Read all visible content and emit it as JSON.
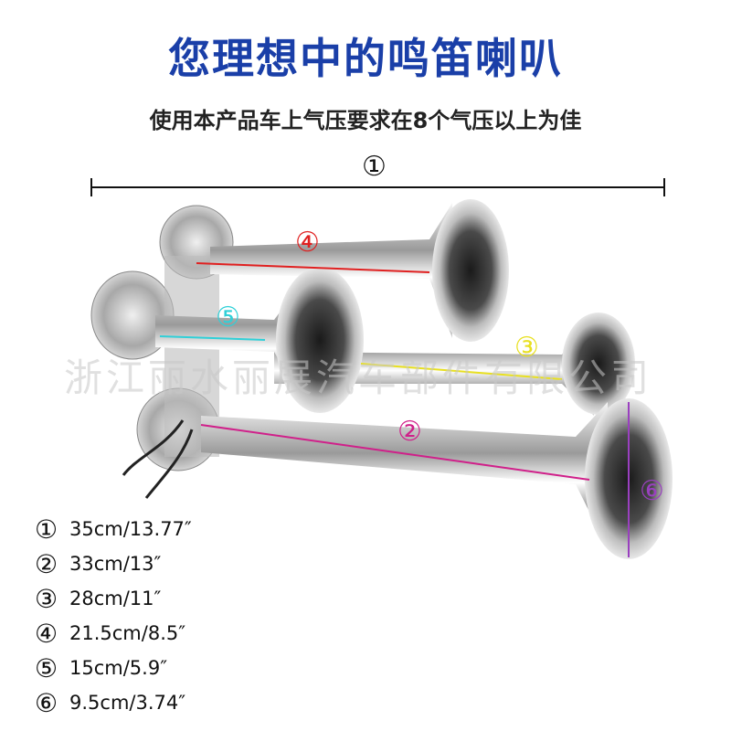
{
  "title": "您理想中的鸣笛喇叭",
  "subtitle": "使用本产品车上气压要求在8个气压以上为佳",
  "watermark": "浙江丽水丽展汽车部件有限公司",
  "markers": {
    "m1": "①",
    "m2": "②",
    "m3": "③",
    "m4": "④",
    "m5": "⑤",
    "m6": "⑥"
  },
  "legend": [
    {
      "num": "①",
      "text": "35cm/13.77″"
    },
    {
      "num": "②",
      "text": "33cm/13″"
    },
    {
      "num": "③",
      "text": "28cm/11″"
    },
    {
      "num": "④",
      "text": "21.5cm/8.5″"
    },
    {
      "num": "⑤",
      "text": "15cm/5.9″"
    },
    {
      "num": "⑥",
      "text": "9.5cm/3.74″"
    }
  ],
  "colors": {
    "title": "#1a3fa8",
    "line2": "#d0208a",
    "line3": "#e8e020",
    "line4": "#e02020",
    "line5": "#30d0d8",
    "line6": "#9a40c0"
  }
}
